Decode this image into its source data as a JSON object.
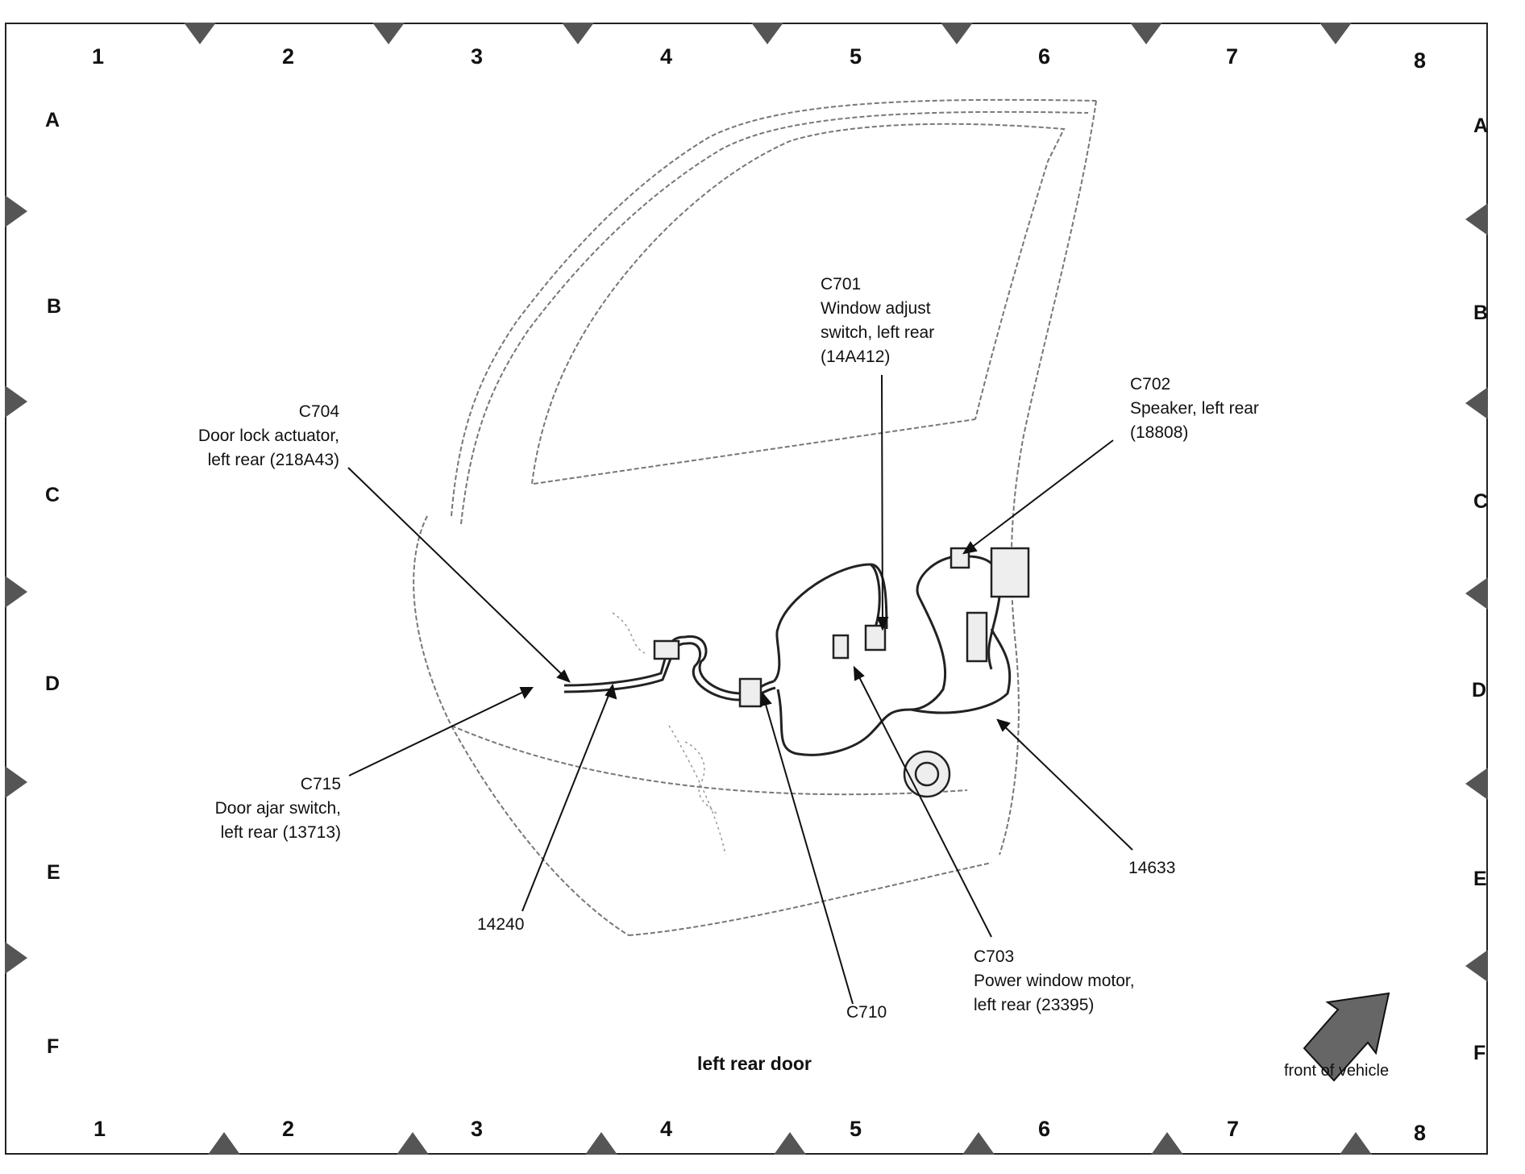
{
  "grid": {
    "columns": [
      "1",
      "2",
      "3",
      "4",
      "5",
      "6",
      "7",
      "8"
    ],
    "rows": [
      "A",
      "B",
      "C",
      "D",
      "E",
      "F"
    ]
  },
  "title": "left rear door",
  "orientation_label": "front of vehicle",
  "callouts": {
    "c701": [
      "C701",
      "Window adjust",
      "switch, left rear",
      "(14A412)"
    ],
    "c702": [
      "C702",
      "Speaker, left rear",
      "(18808)"
    ],
    "c704": [
      "C704",
      "Door lock actuator,",
      "left rear (218A43)"
    ],
    "c715": [
      "C715",
      "Door ajar switch,",
      "left rear (13713)"
    ],
    "n14240": [
      "14240"
    ],
    "n14633": [
      "14633"
    ],
    "c703": [
      "C703",
      "Power window motor,",
      "left rear (23395)"
    ],
    "c710": [
      "C710"
    ]
  },
  "colors": {
    "line": "#111111",
    "arrow": "#555555"
  }
}
